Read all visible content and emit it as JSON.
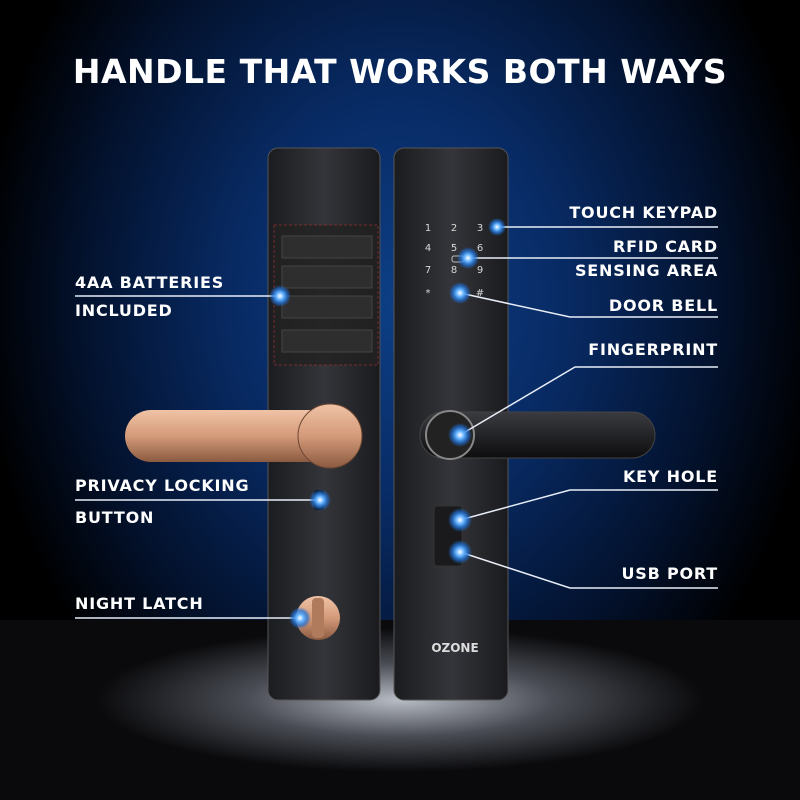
{
  "title": "HANDLE THAT WORKS BOTH WAYS",
  "callouts": {
    "touch_keypad": "TOUCH KEYPAD",
    "rfid_line1": "RFID CARD",
    "rfid_line2": "SENSING AREA",
    "door_bell": "DOOR BELL",
    "fingerprint": "FINGERPRINT",
    "key_hole": "KEY HOLE",
    "usb_port": "USB PORT",
    "batteries_line1": "4AA BATTERIES",
    "batteries_line2": "INCLUDED",
    "privacy_line1": "PRIVACY LOCKING",
    "privacy_line2": "BUTTON",
    "night_latch": "NIGHT LATCH"
  },
  "keypad": [
    "1",
    "2",
    "3",
    "4",
    "5",
    "6",
    "7",
    "8",
    "9",
    "*",
    "#"
  ],
  "brand_logo": "OZONE",
  "colors": {
    "accent_glow": "#2f8fff",
    "copper": "#d49a7a",
    "panel": "#2b2c30"
  }
}
